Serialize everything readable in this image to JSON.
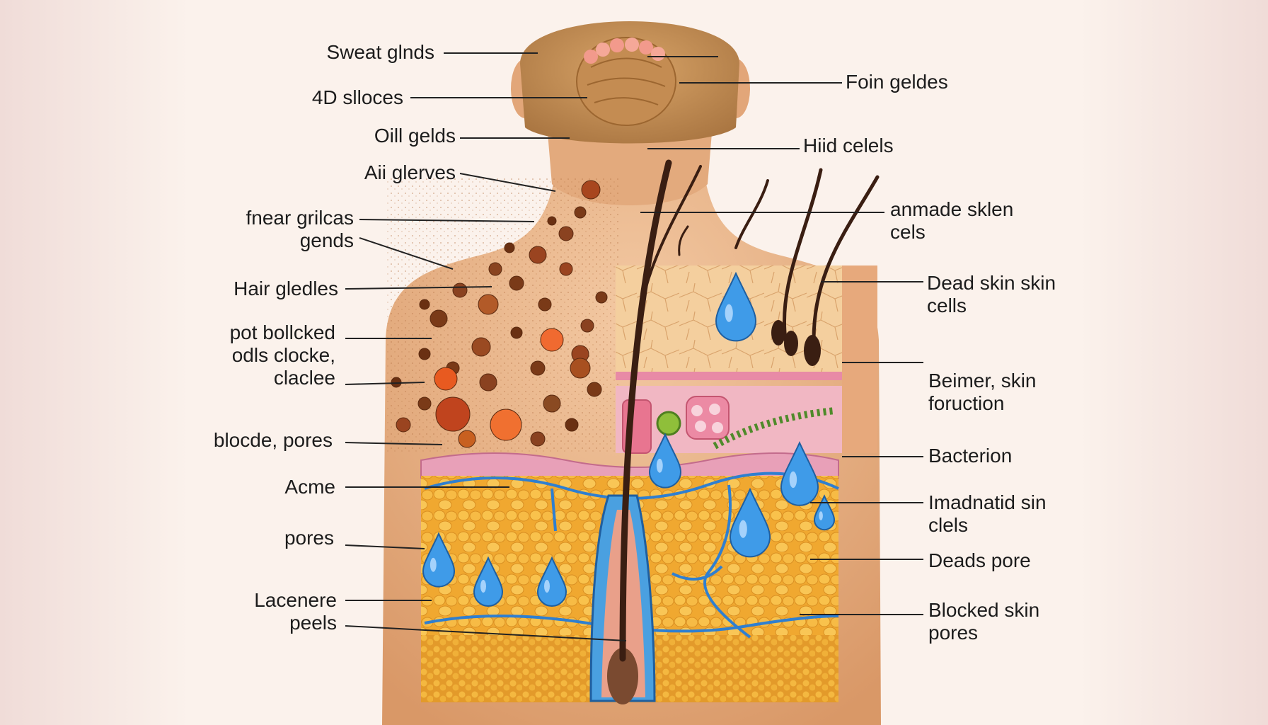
{
  "labels": {
    "left": [
      "Sweat glnds",
      "4D slloces",
      "Oill gelds",
      "Aii glerves",
      "fnear grilcas\ngends",
      "Hair gledles",
      "pot bollcked\nodls clocke,\nclaclee",
      "blocde, pores",
      "Acme",
      "pores",
      "Lacenere\npeels"
    ],
    "right": [
      "Foin geldes",
      "Hiid celels",
      "anmade sklen\ncels",
      "Dead skin skin\ncells",
      "Beimer, skin\nforuction",
      "Bacterion",
      "Imadnatid sin\nclels",
      "Deads pore",
      "Blocked skin\npores"
    ]
  },
  "colors": {
    "background": "#f7ece6",
    "skin": "#e9b48a",
    "fat": "#f2b43c",
    "epidermis": "#e8a0b8",
    "vessel": "#2f7fd0",
    "droplet": "#3f9be8",
    "hair": "#3a1e12"
  }
}
